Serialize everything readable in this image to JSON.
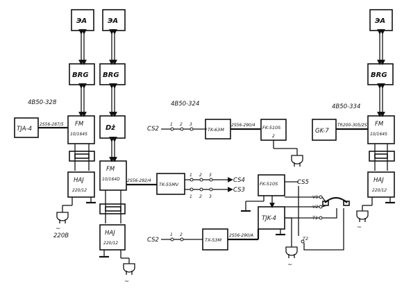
{
  "groups": {
    "left_group": "4B50-328",
    "mid_group": "4B50-324",
    "right_group": "4B50-334"
  },
  "blocks": {
    "ea": "ЭА",
    "brg": "BRG",
    "dz": "Dż",
    "tja": "TJA-4",
    "fm_a": "FM",
    "fm_a_sub": "10/164S",
    "fm_b": "FM",
    "fm_b_sub": "10/164D",
    "fm_c": "FM",
    "fm_c_sub": "10/164S",
    "haj": "HAJ",
    "haj_sub": "220/12",
    "tk63": "TK-63M",
    "tk55": "TK-55MV",
    "tx53": "TX-53M",
    "fk510s": "FK-510S",
    "fk510s_num": "2",
    "fk510s_b": "FK-510S",
    "tjk": "TJK-4",
    "gk": "GK-7"
  },
  "wires": {
    "w_tja_fm": "2S56-287/5",
    "w_fm_tk55": "2S56-292/4",
    "w_tk63_fk": "2S56-290/4",
    "w_tx53_tjk": "2S56-290/A",
    "w_gk_fm": "TR200-305/2S"
  },
  "terminals": {
    "cs2_top": "CS2",
    "cs2_bot": "CS2",
    "cs4": "CS4",
    "cs5": "CS5",
    "cs3": "CS3",
    "v1": "V1",
    "v2": "V2",
    "t1": "T1",
    "t2": "T2",
    "n1": "1",
    "n2": "2",
    "n3": "3",
    "power": "220B"
  }
}
